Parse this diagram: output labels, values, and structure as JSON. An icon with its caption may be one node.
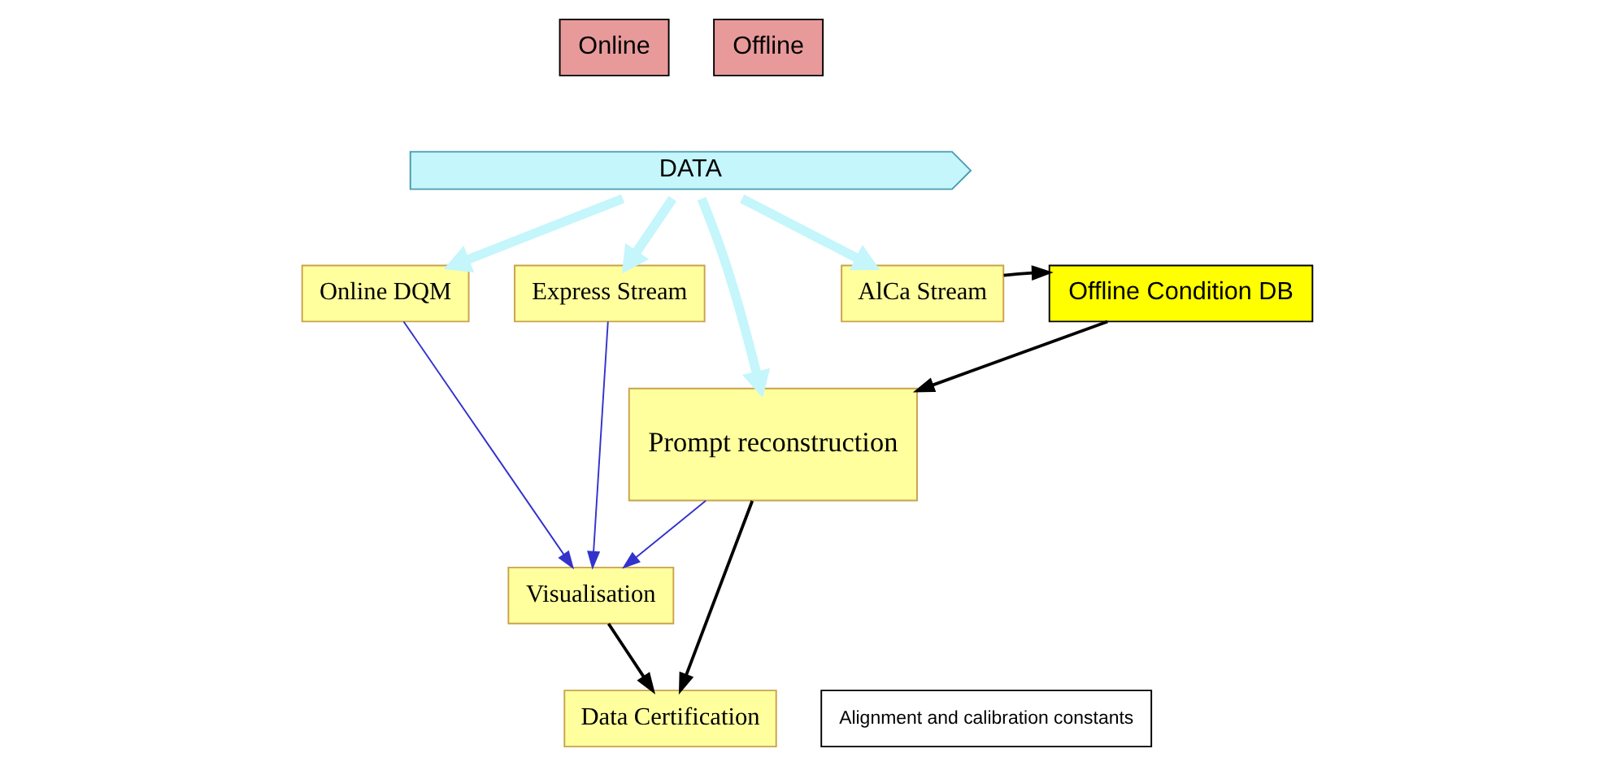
{
  "diagram": {
    "nodes": [
      {
        "text": [
          "Online"
        ]
      },
      {
        "text": [
          "Offline"
        ]
      },
      {
        "text": [
          "DATA"
        ]
      },
      {
        "text": [
          "Prompt reconstruction"
        ]
      },
      {
        "text": [
          "Online DQM"
        ]
      },
      {
        "text": [
          "Express Stream"
        ]
      },
      {
        "text": [
          "AlCa Stream"
        ]
      },
      {
        "text": [
          "Offline Condition DB"
        ]
      },
      {
        "text": [
          "Data Certification"
        ]
      },
      {
        "text": [
          "Alignment and calibration constants"
        ]
      },
      {
        "text": [
          "Visualisation"
        ]
      }
    ],
    "edges": [
      {
        "from": 2,
        "to": 3,
        "arrow": "to",
        "style": "thick",
        "color": "#c4f6fb"
      },
      {
        "from": 2,
        "to": 4,
        "arrow": "to",
        "style": "thick",
        "color": "#c4f6fb"
      },
      {
        "from": 2,
        "to": 5,
        "arrow": "to",
        "style": "thick",
        "color": "#c4f6fb"
      },
      {
        "from": 2,
        "to": 6,
        "arrow": "to",
        "style": "thick",
        "color": "#c4f6fb"
      },
      {
        "from": 6,
        "to": 7,
        "arrow": "to",
        "color": "#000000"
      },
      {
        "from": 7,
        "to": 3,
        "arrow": "to",
        "color": "#000000"
      },
      {
        "from": 3,
        "to": 8,
        "arrow": "to",
        "color": "#000000"
      },
      {
        "from": 10,
        "to": 8,
        "arrow": "to",
        "color": "#000000"
      },
      {
        "from": 4,
        "to": 10,
        "arrow": "to",
        "color": "#3333cc"
      },
      {
        "from": 5,
        "to": 10,
        "arrow": "to",
        "color": "#3333cc"
      },
      {
        "from": 3,
        "to": 10,
        "arrow": "to",
        "color": "#3333cc"
      }
    ]
  }
}
